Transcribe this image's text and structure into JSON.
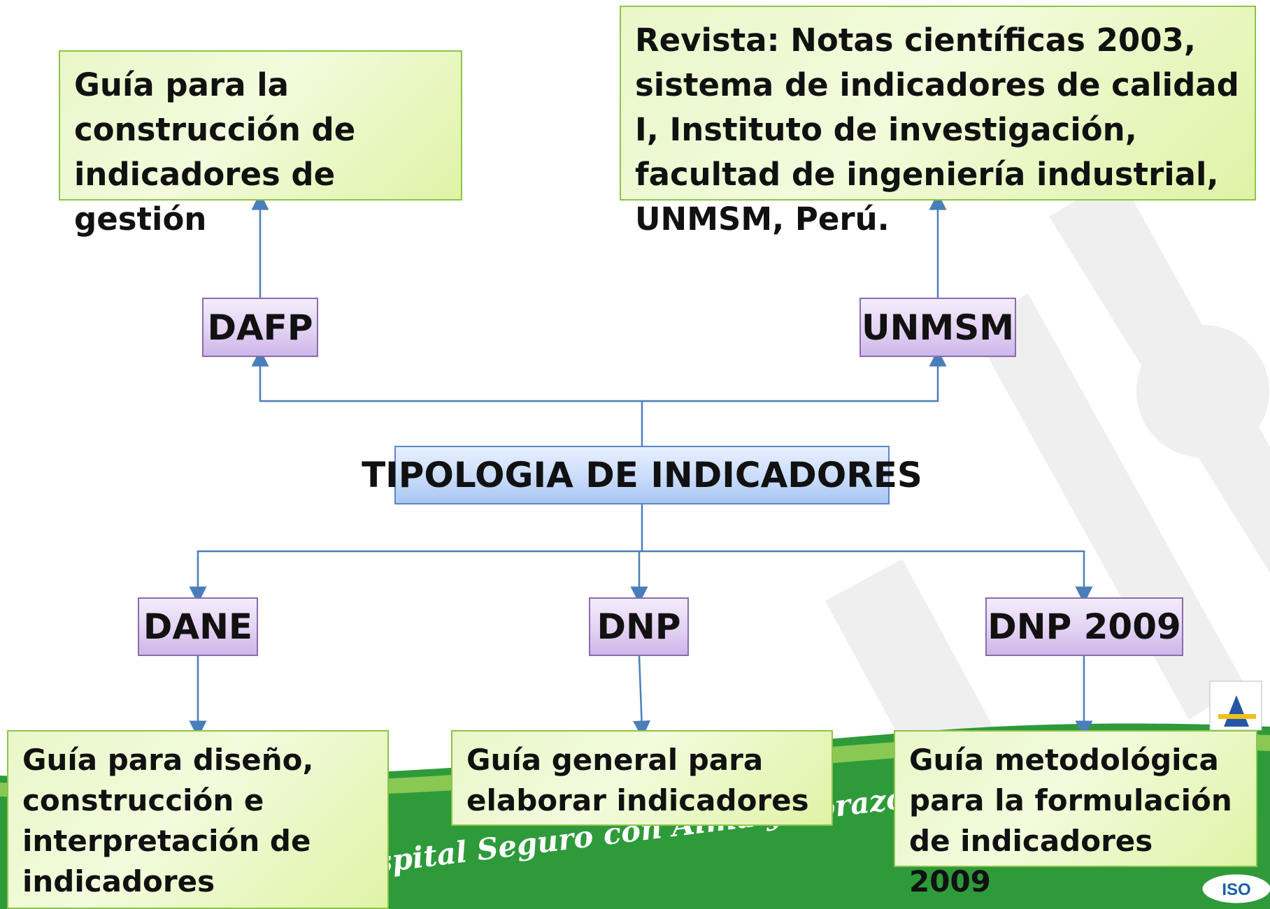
{
  "root": {
    "label": "TIPOLOGIA DE INDICADORES"
  },
  "top_sources": [
    {
      "name": "DAFP",
      "document": "Guía para la construcción de indicadores de gestión"
    },
    {
      "name": "UNMSM",
      "document": "Revista: Notas científicas 2003, sistema de indicadores de calidad I, Instituto de investigación, facultad de ingeniería industrial, UNMSM, Perú."
    }
  ],
  "bottom_sources": [
    {
      "name": "DANE",
      "document": "Guía para diseño, construcción e interpretación de indicadores"
    },
    {
      "name": "DNP",
      "document": "Guía general para elaborar indicadores"
    },
    {
      "name": "DNP 2009",
      "document": "Guía metodológica para la formulación de indicadores 2009"
    }
  ],
  "background": {
    "slogan": "spital Seguro con Alma y Corazón Para",
    "badge_text": "ISO",
    "colors": {
      "band": "#2e9a3a",
      "band_light": "#9fd35a",
      "watermark": "#eeeeee"
    }
  },
  "colors": {
    "connector": "#4a7ebb",
    "green_border": "#8dc449",
    "purple_border": "#8a6cad",
    "blue_border": "#5b86c8"
  }
}
